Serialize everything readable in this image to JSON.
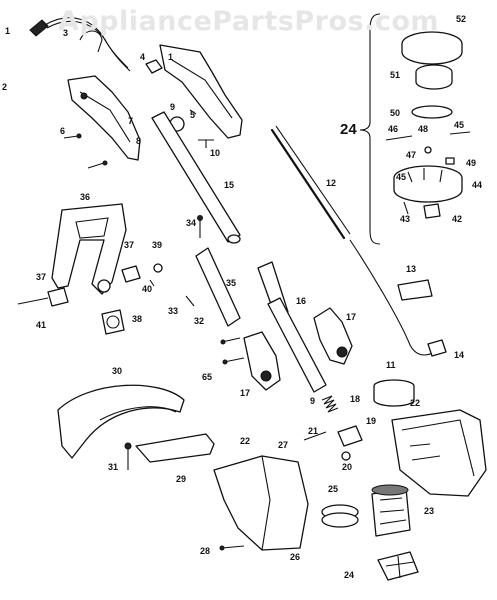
{
  "watermark": "AppliancePartsPros.com",
  "callouts": {
    "c1": "1",
    "c2": "2",
    "c3": "3",
    "c4": "4",
    "c5": "5",
    "c6": "6",
    "c7": "7",
    "c8": "8",
    "c9a": "9",
    "c9b": "9",
    "c10": "10",
    "c11": "11",
    "c12": "12",
    "c13": "13",
    "c14": "14",
    "c15": "15",
    "c16": "16",
    "c17a": "17",
    "c17b": "17",
    "c18": "18",
    "c19": "19",
    "c20": "20",
    "c21": "21",
    "c22a": "22",
    "c22b": "22",
    "c23": "23",
    "c24a": "24",
    "c24b": "24",
    "c25": "25",
    "c26": "26",
    "c27": "27",
    "c28": "28",
    "c29": "29",
    "c30": "30",
    "c31": "31",
    "c32": "32",
    "c33": "33",
    "c34": "34",
    "c35": "35",
    "c36": "36",
    "c37a": "37",
    "c37b": "37",
    "c38": "38",
    "c39": "39",
    "c40": "40",
    "c41": "41",
    "c42": "42",
    "c43": "43",
    "c44": "44",
    "c45": "45",
    "c46": "46",
    "c47": "47",
    "c48": "48",
    "c49": "49",
    "c50": "50",
    "c51": "51",
    "c52": "52",
    "c65": "65"
  }
}
